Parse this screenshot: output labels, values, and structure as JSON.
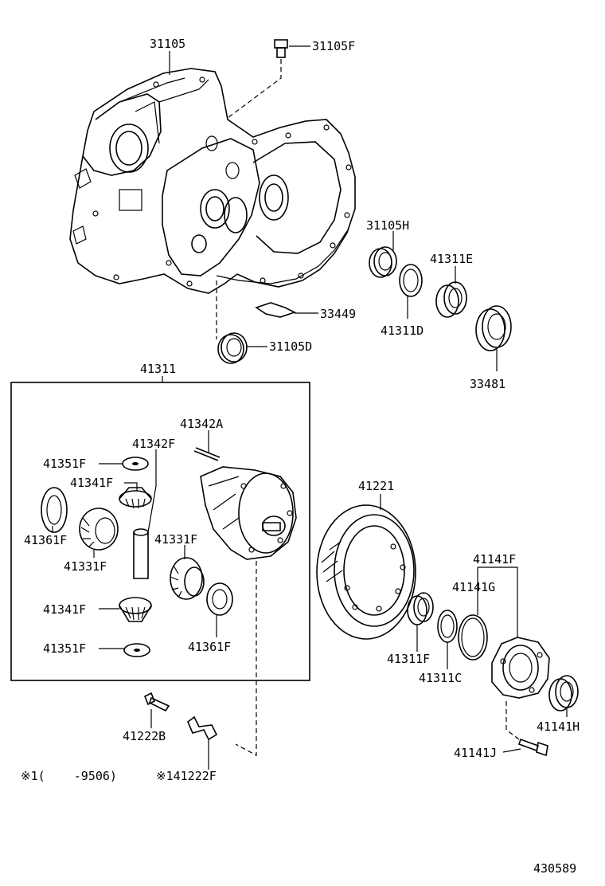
{
  "labels": {
    "p31105": "31105",
    "p31105F": "31105F",
    "p31105H": "31105H",
    "p41311E": "41311E",
    "p33449": "33449",
    "p41311D": "41311D",
    "p31105D": "31105D",
    "p33481": "33481",
    "p41311": "41311",
    "p41342A": "41342A",
    "p41342F": "41342F",
    "p41351F_top": "41351F",
    "p41341F_top": "41341F",
    "p41361F_left": "41361F",
    "p41331F_right": "41331F",
    "p41331F_left": "41331F",
    "p41341F_bottom": "41341F",
    "p41361F_right": "41361F",
    "p41351F_bottom": "41351F",
    "p41221": "41221",
    "p41141F": "41141F",
    "p41141G": "41141G",
    "p41311F": "41311F",
    "p41311C": "41311C",
    "p41141H": "41141H",
    "p41222B": "41222B",
    "p41141J": "41141J",
    "p41222F": "※141222F",
    "note": "※1(    -9506)",
    "drawing_no": "430589"
  }
}
